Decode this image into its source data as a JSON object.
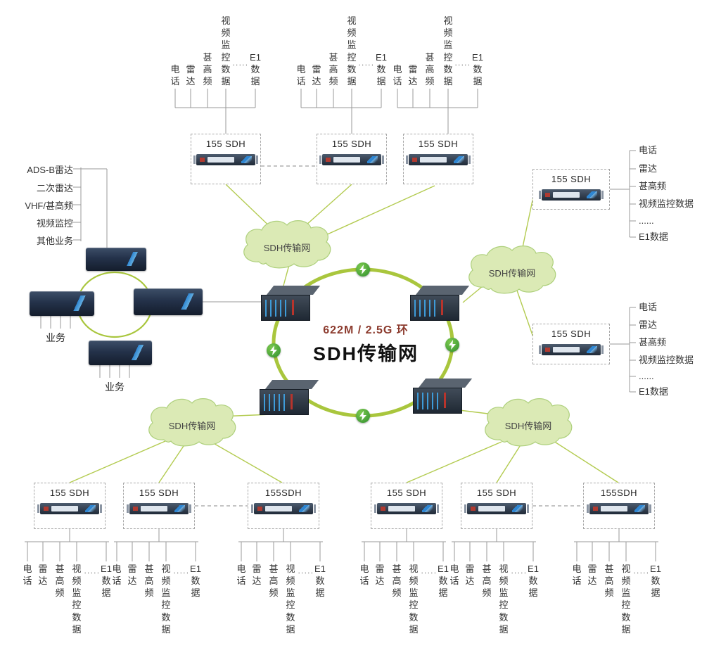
{
  "title": {
    "line1": "622M / 2.5G 环",
    "line2": "SDH传输网"
  },
  "clouds": {
    "top": "SDH传输网",
    "right": "SDH传输网",
    "bottom_left": "SDH传输网",
    "bottom_right": "SDH传输网"
  },
  "left_site": {
    "services": [
      "ADS-B雷达",
      "二次雷达",
      "VHF/甚高频",
      "视频监控",
      "其他业务"
    ],
    "business_label": "业务"
  },
  "top_groups": [
    {
      "box_label": "155 SDH",
      "channels": [
        "电话",
        "雷达",
        "甚高频",
        "视频监控数据",
        ".....",
        "E1数据"
      ]
    },
    {
      "box_label": "155 SDH",
      "channels": [
        "电话",
        "雷达",
        "甚高频",
        "视频监控数据",
        ".....",
        "E1数据"
      ]
    },
    {
      "box_label": "155 SDH",
      "channels": [
        "电话",
        "雷达",
        "甚高频",
        "视频监控数据",
        ".....",
        "E1数据"
      ]
    }
  ],
  "right_groups": [
    {
      "box_label": "155 SDH",
      "channels": [
        "电话",
        "雷达",
        "甚高频",
        "视频监控数据",
        "......",
        "E1数据"
      ]
    },
    {
      "box_label": "155 SDH",
      "channels": [
        "电话",
        "雷达",
        "甚高频",
        "视频监控数据",
        "......",
        "E1数据"
      ]
    }
  ],
  "bottom_groups": [
    {
      "box_label": "155 SDH",
      "channels": [
        "电话",
        "雷达",
        "甚高频",
        "视频监控数据",
        ".....",
        "E1数据"
      ]
    },
    {
      "box_label": "155  SDH",
      "channels": [
        "电话",
        "雷达",
        "甚高频",
        "视频监控数据",
        ".....",
        "E1数据"
      ]
    },
    {
      "box_label": "155SDH",
      "channels": [
        "电话",
        "雷达",
        "甚高频",
        "视频监控数据",
        ".....",
        "E1数据"
      ]
    },
    {
      "box_label": "155 SDH",
      "channels": [
        "电话",
        "雷达",
        "甚高频",
        "视频监控数据",
        ".....",
        "E1数据"
      ]
    },
    {
      "box_label": "155  SDH",
      "channels": [
        "电话",
        "雷达",
        "甚高频",
        "视频监控数据",
        ".....",
        "E1数据"
      ]
    },
    {
      "box_label": "155SDH",
      "channels": [
        "电话",
        "雷达",
        "甚高频",
        "视频监控数据",
        ".....",
        "E1数据"
      ]
    }
  ],
  "icons": {
    "ring_link": "lightning"
  },
  "colors": {
    "ring_green": "#a9c63d",
    "cloud_fill": "#dbeab5",
    "accent_red": "#8c3b2e",
    "lightning_green": "#3f9e35"
  }
}
